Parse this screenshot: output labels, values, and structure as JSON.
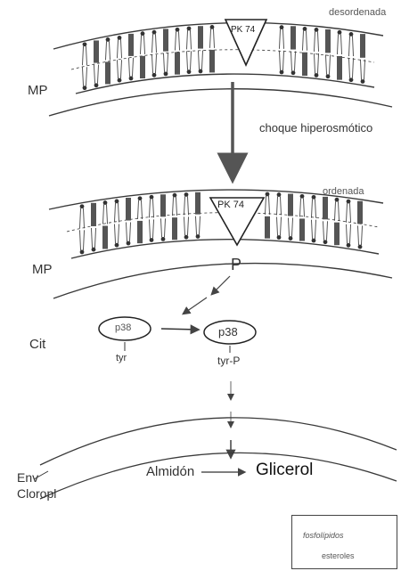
{
  "top_membrane": {
    "state_label": "desordenada",
    "kinase_label": "PK 74"
  },
  "arrow_label": "choque hiperosmótico",
  "bottom_membrane": {
    "state_label": "ordenada",
    "kinase_label": "PK 74",
    "phospho_label": "P"
  },
  "compartments": {
    "plasma_membrane_top": "MP",
    "plasma_membrane_bottom": "MP",
    "cytoplasm": "Cit",
    "chloroplast_envelope": "Env",
    "chloroplast": "Cloropl"
  },
  "p38_inactive": {
    "name": "p38",
    "residue": "tyr"
  },
  "p38_active": {
    "name": "p38",
    "residue": "tyr-P"
  },
  "reaction": {
    "substrate": "Almidón",
    "product": "Glicerol"
  },
  "legend": {
    "phospholipids": "fosfolípidos",
    "sterols": "esteroles"
  },
  "colors": {
    "line": "#3a3a3a",
    "sterol": "#555555",
    "arrow": "#555555"
  }
}
